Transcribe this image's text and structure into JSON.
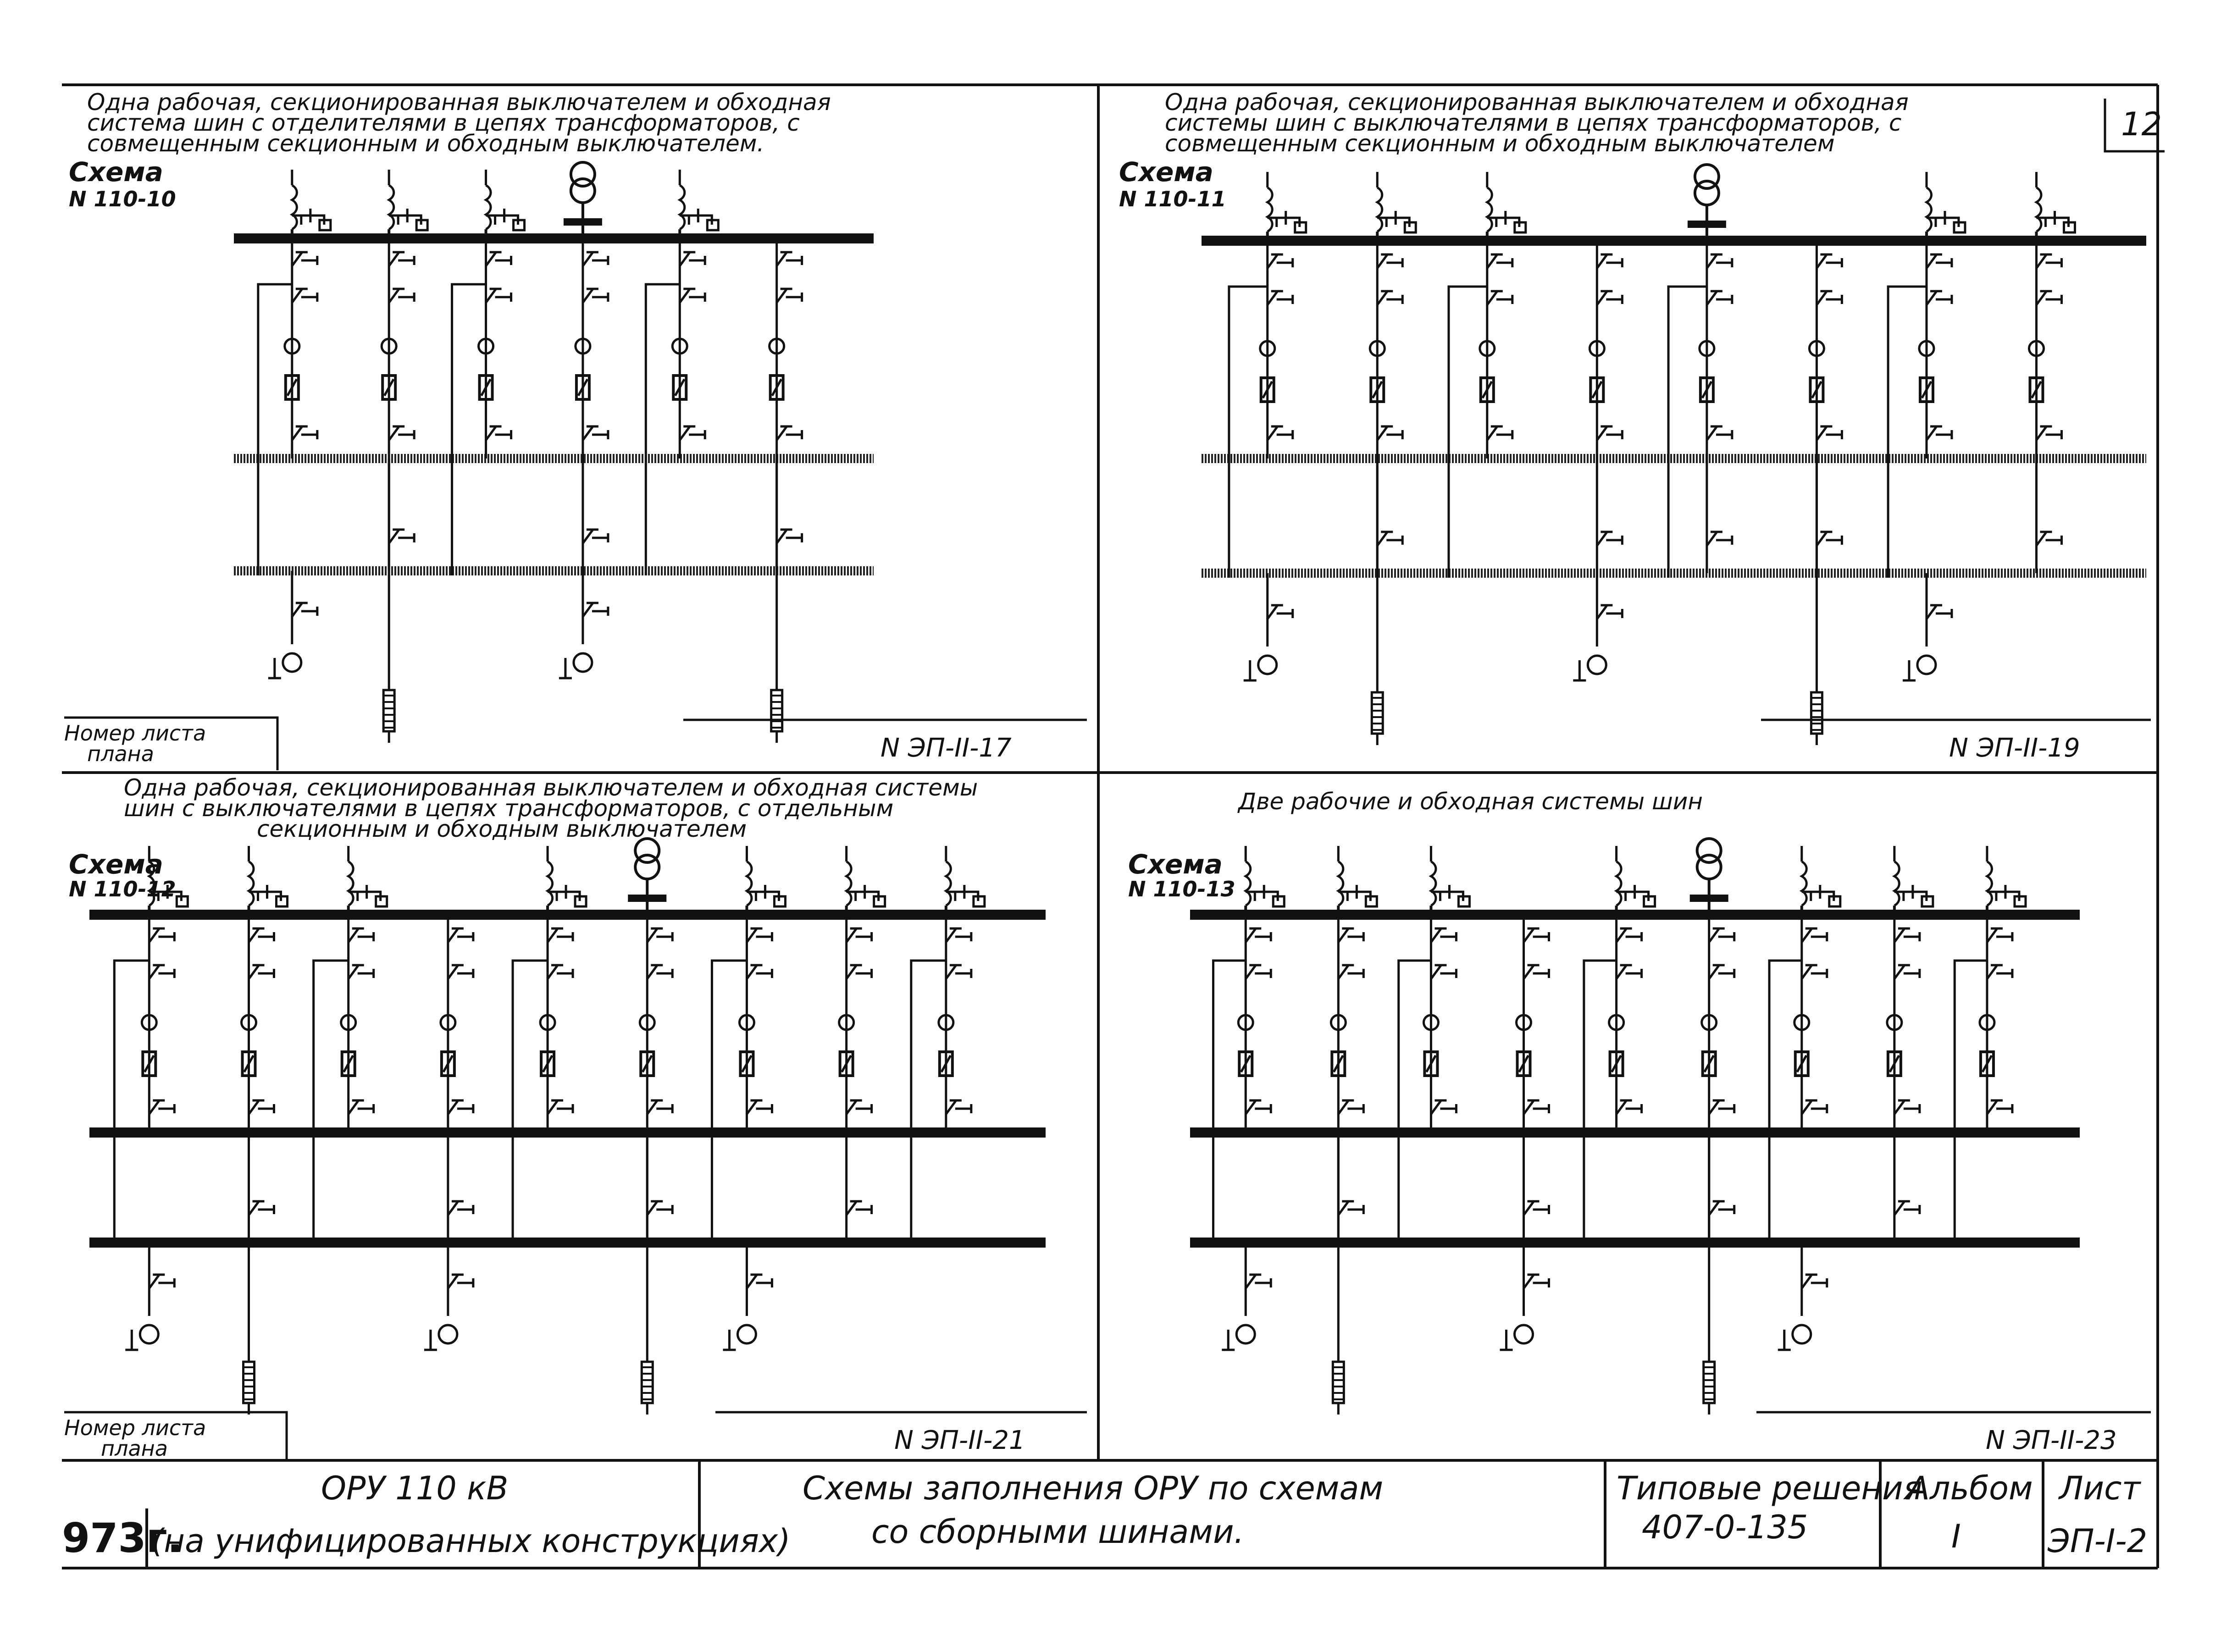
{
  "page_number": "12",
  "quadrants": [
    {
      "title_lines": [
        "Одна рабочая, секционированная выключателем и обходная",
        "система шин с отделителями в цепях трансформаторов, с",
        "совмещенным секционным и обходным выключателем."
      ],
      "scheme_label": "Схема",
      "scheme_number": "N 110-10",
      "sheet_ref": "N ЭП-II-17",
      "plan_label_1": "Номер листа",
      "plan_label_2": "плана",
      "n_bays": 6,
      "n_buses": 3,
      "transformer_bays": [
        4
      ]
    },
    {
      "title_lines": [
        "Одна рабочая, секционированная выключателем и обходная",
        "системы шин с выключателями в цепях трансформаторов, с",
        "совмещенным секционным и обходным выключателем"
      ],
      "scheme_label": "Схема",
      "scheme_number": "N 110-11",
      "sheet_ref": "N ЭП-II-19",
      "n_bays": 8,
      "n_buses": 3,
      "transformer_bays": [
        5
      ]
    },
    {
      "title_lines": [
        "Одна рабочая, секционированная выключателем и обходная системы",
        "шин с выключателями в цепях трансформаторов, с отдельным",
        "секционным и обходным выключателем"
      ],
      "scheme_label": "Схема",
      "scheme_number": "N 110-12",
      "sheet_ref": "N ЭП-II-21",
      "plan_label_1": "Номер листа",
      "plan_label_2": "плана",
      "n_bays": 9,
      "n_buses": 3,
      "transformer_bays": [
        6
      ]
    },
    {
      "title_lines": [
        "Две рабочие и обходная системы шин"
      ],
      "scheme_label": "Схема",
      "scheme_number": "N 110-13",
      "sheet_ref": "N ЭП-II-23",
      "n_bays": 9,
      "n_buses": 3,
      "transformer_bays": [
        6
      ]
    }
  ],
  "title_block": {
    "year": "973г.",
    "object_line1": "ОРУ 110 кВ",
    "object_line2": "(на унифицированных конструкциях)",
    "name_line1": "Схемы заполнения ОРУ по схемам",
    "name_line2": "со сборными шинами.",
    "typical_label": "Типовые решения",
    "typical_number": "407-0-135",
    "album_label": "Альбом",
    "album_number": "I",
    "sheet_label": "Лист",
    "sheet_number": "ЭП-I-2"
  }
}
